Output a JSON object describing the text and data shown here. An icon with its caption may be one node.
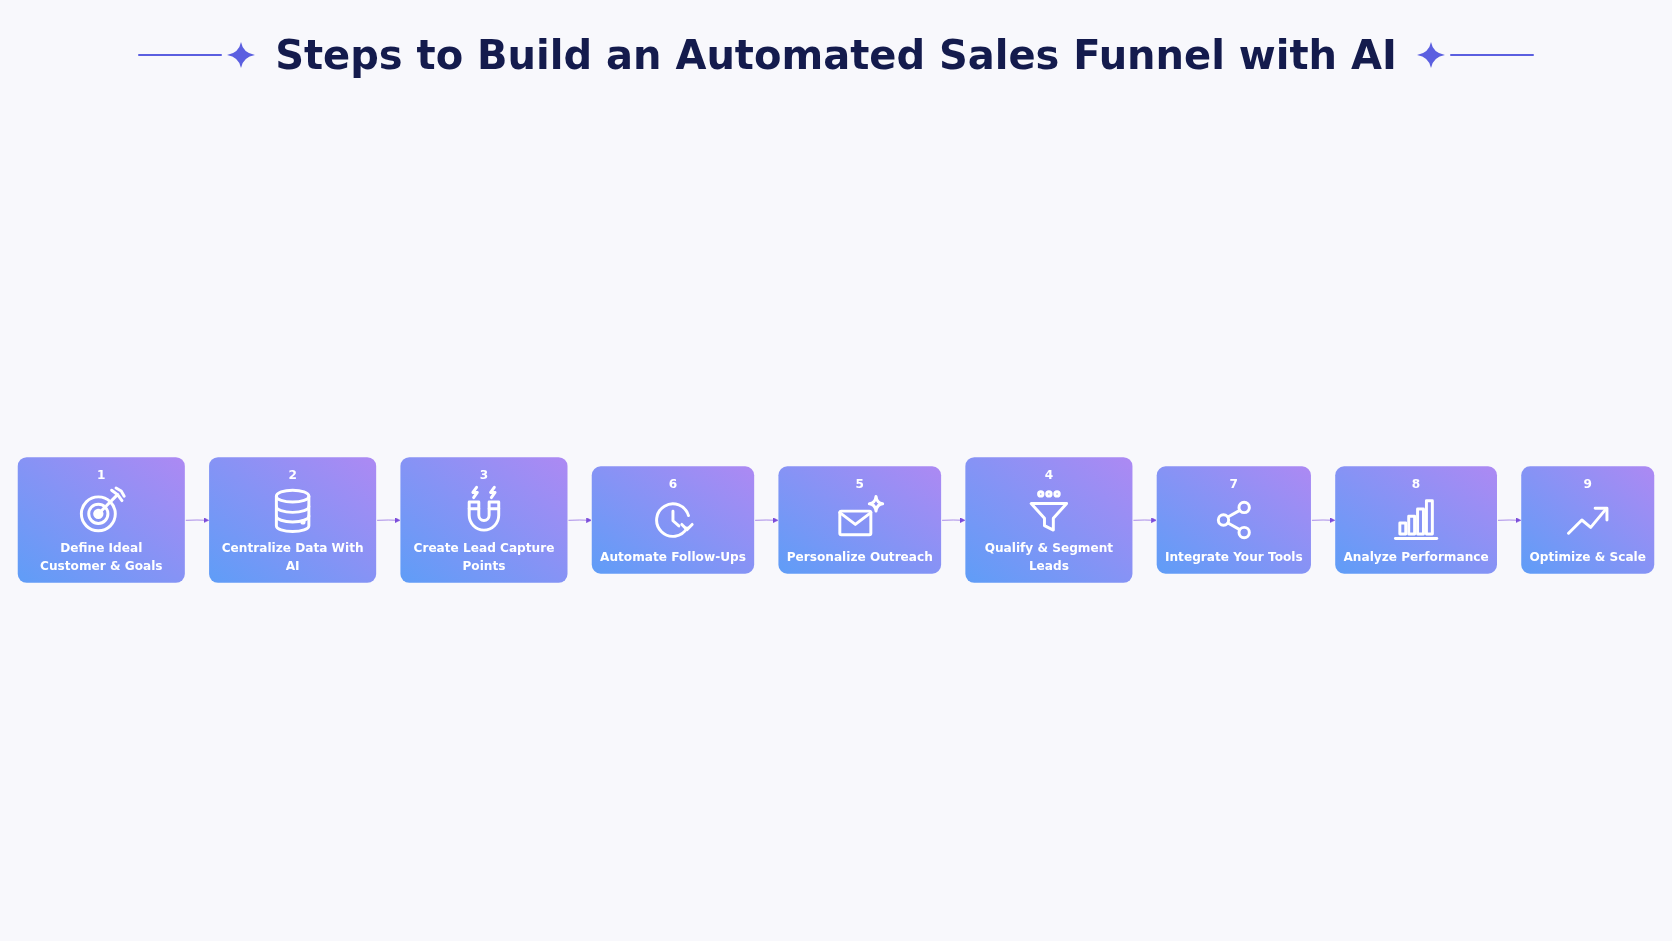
{
  "diagram": {
    "title": "Steps to Build an Automated Sales Funnel with AI",
    "nodes": [
      {
        "text": [
          "1",
          "Define Ideal Customer & Goals"
        ]
      },
      {
        "text": [
          "2",
          "Centralize Data With AI"
        ]
      },
      {
        "text": [
          "3",
          "Create Lead Capture Points"
        ]
      },
      {
        "text": [
          "4",
          "Qualify & Segment Leads"
        ]
      },
      {
        "text": [
          "5",
          "Personalize Outreach"
        ]
      },
      {
        "text": [
          "6",
          "Automate Follow-Ups"
        ]
      },
      {
        "text": [
          "7",
          "Integrate Your Tools"
        ]
      },
      {
        "text": [
          "8",
          "Analyze Performance"
        ]
      },
      {
        "text": [
          "9",
          "Optimize & Scale"
        ]
      }
    ],
    "edges": [
      {
        "from": 0,
        "to": 1,
        "arrow": "to"
      },
      {
        "from": 1,
        "to": 2,
        "arrow": "to"
      },
      {
        "from": 2,
        "to": 5,
        "arrow": "to"
      },
      {
        "from": 5,
        "to": 4,
        "arrow": "to"
      },
      {
        "from": 4,
        "to": 3,
        "arrow": "to"
      },
      {
        "from": 3,
        "to": 6,
        "arrow": "to"
      },
      {
        "from": 6,
        "to": 7,
        "arrow": "to"
      },
      {
        "from": 7,
        "to": 8,
        "arrow": "to"
      }
    ]
  }
}
